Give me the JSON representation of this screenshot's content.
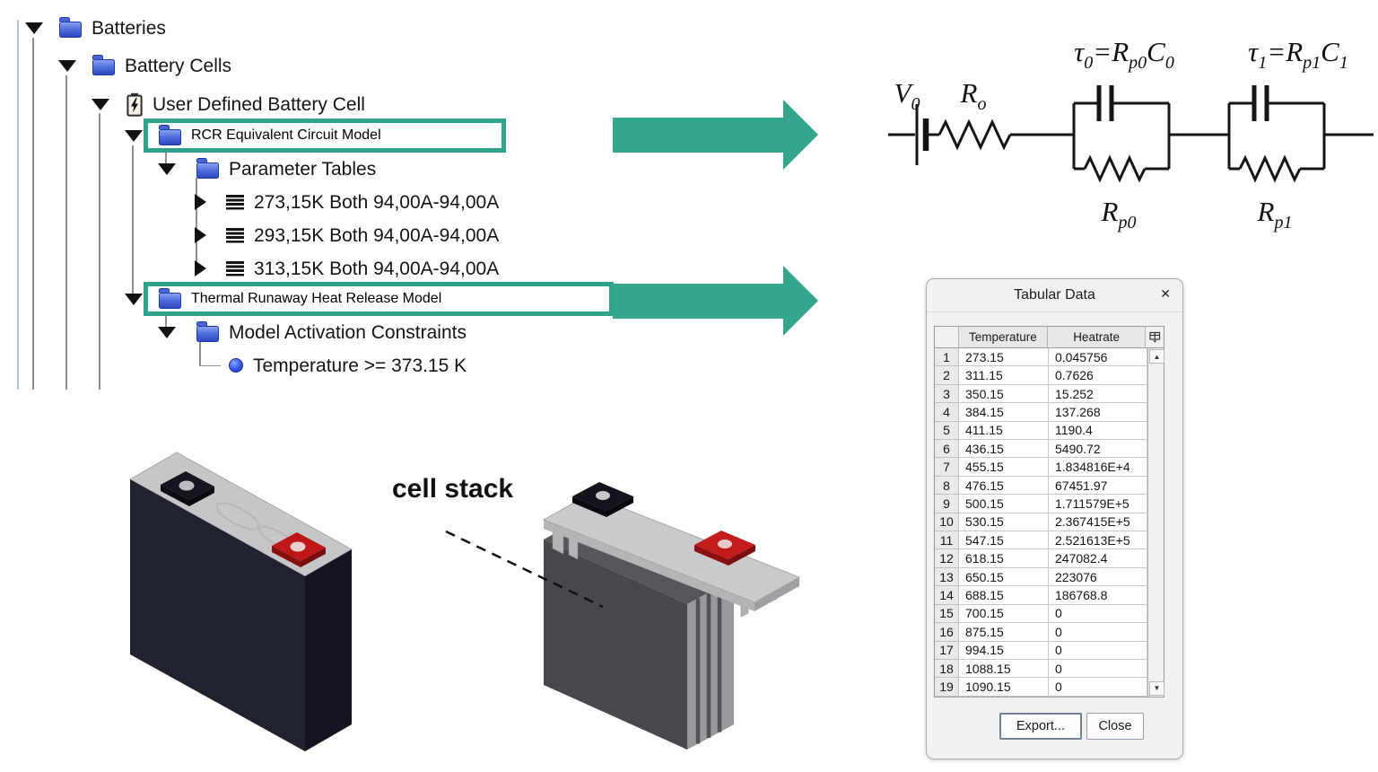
{
  "colors": {
    "accent_teal": "#2ea28a",
    "folder_blue": "#3a57c4"
  },
  "tree": {
    "items": [
      {
        "label": "Batteries",
        "icon": "folder-icon",
        "expanded": true
      },
      {
        "label": "Battery Cells",
        "icon": "folder-icon",
        "expanded": true
      },
      {
        "label": "User Defined Battery Cell",
        "icon": "battery-icon",
        "expanded": true
      },
      {
        "label": "RCR Equivalent Circuit Model",
        "icon": "folder-icon",
        "expanded": true,
        "highlighted": true
      },
      {
        "label": "Parameter Tables",
        "icon": "folder-icon",
        "expanded": true
      },
      {
        "label": "273,15K Both 94,00A-94,00A",
        "icon": "table-icon",
        "expanded": false
      },
      {
        "label": "293,15K Both 94,00A-94,00A",
        "icon": "table-icon",
        "expanded": false
      },
      {
        "label": "313,15K Both 94,00A-94,00A",
        "icon": "table-icon",
        "expanded": false
      },
      {
        "label": "Thermal Runaway Heat Release Model",
        "icon": "folder-icon",
        "expanded": true,
        "highlighted": true
      },
      {
        "label": "Model Activation Constraints",
        "icon": "folder-icon",
        "expanded": true
      },
      {
        "label": "Temperature >= 373.15 K",
        "icon": "dot-icon",
        "expanded": false
      }
    ]
  },
  "circuit": {
    "tau0": [
      "τ",
      "0",
      "=R",
      "p0",
      "C",
      "0"
    ],
    "tau1": [
      "τ",
      "1",
      "=R",
      "p1",
      "C",
      "1"
    ],
    "v0": [
      "V",
      "0"
    ],
    "ro": [
      "R",
      "o"
    ],
    "rp0": [
      "R",
      "p0"
    ],
    "rp1": [
      "R",
      "p1"
    ]
  },
  "annotation": {
    "cell_stack": "cell stack"
  },
  "tabular_window": {
    "title": "Tabular Data",
    "close_icon": "✕",
    "scroll_up_icon": "▲",
    "scroll_down_icon": "▼",
    "columns": [
      "Temperature",
      "Heatrate"
    ],
    "rows": [
      [
        "1",
        "273.15",
        "0.045756"
      ],
      [
        "2",
        "311.15",
        "0.7626"
      ],
      [
        "3",
        "350.15",
        "15.252"
      ],
      [
        "4",
        "384.15",
        "137.268"
      ],
      [
        "5",
        "411.15",
        "1190.4"
      ],
      [
        "6",
        "436.15",
        "5490.72"
      ],
      [
        "7",
        "455.15",
        "1.834816E+4"
      ],
      [
        "8",
        "476.15",
        "67451.97"
      ],
      [
        "9",
        "500.15",
        "1.711579E+5"
      ],
      [
        "10",
        "530.15",
        "2.367415E+5"
      ],
      [
        "11",
        "547.15",
        "2.521613E+5"
      ],
      [
        "12",
        "618.15",
        "247082.4"
      ],
      [
        "13",
        "650.15",
        "223076"
      ],
      [
        "14",
        "688.15",
        "186768.8"
      ],
      [
        "15",
        "700.15",
        "0"
      ],
      [
        "16",
        "875.15",
        "0"
      ],
      [
        "17",
        "994.15",
        "0"
      ],
      [
        "18",
        "1088.15",
        "0"
      ],
      [
        "19",
        "1090.15",
        "0"
      ]
    ],
    "buttons": {
      "export": "Export...",
      "close": "Close"
    }
  }
}
